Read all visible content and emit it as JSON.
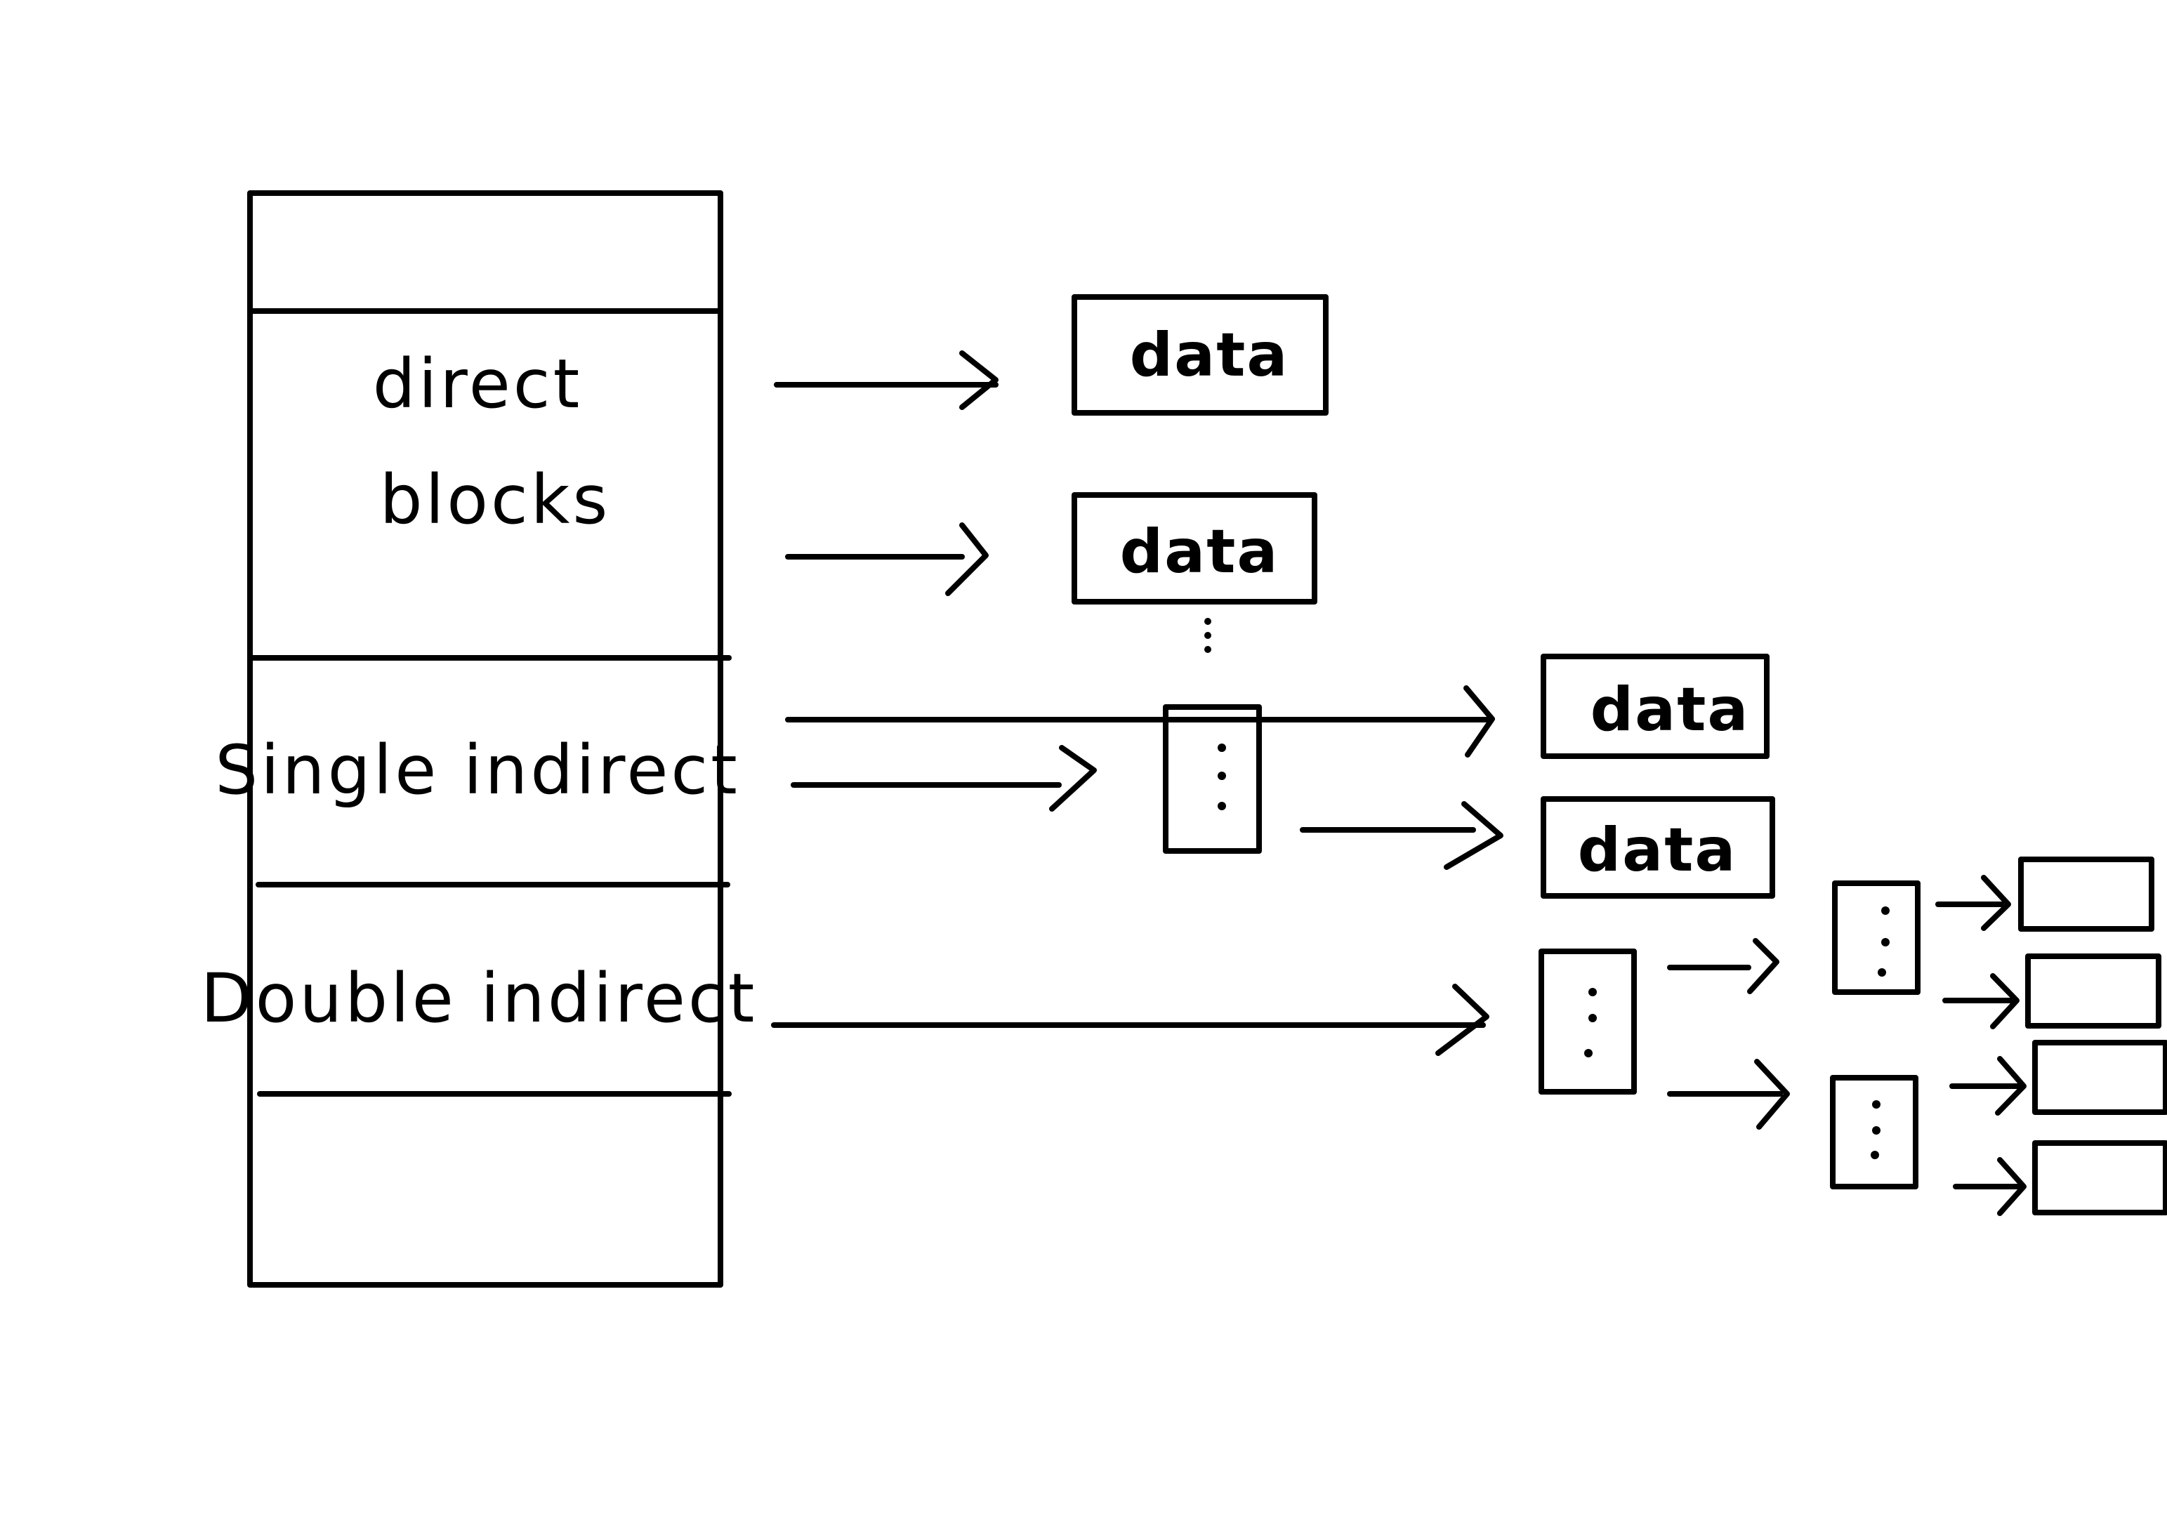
{
  "inode": {
    "direct_label_line1": "direct",
    "direct_label_line2": "blocks",
    "single_indirect_label": "Single indirect",
    "double_indirect_label": "Double indirect"
  },
  "data_blocks": [
    {
      "label": "data"
    },
    {
      "label": "data"
    },
    {
      "label": "data"
    },
    {
      "label": "data"
    }
  ],
  "colors": {
    "ink": "#000000",
    "background": "#ffffff"
  }
}
